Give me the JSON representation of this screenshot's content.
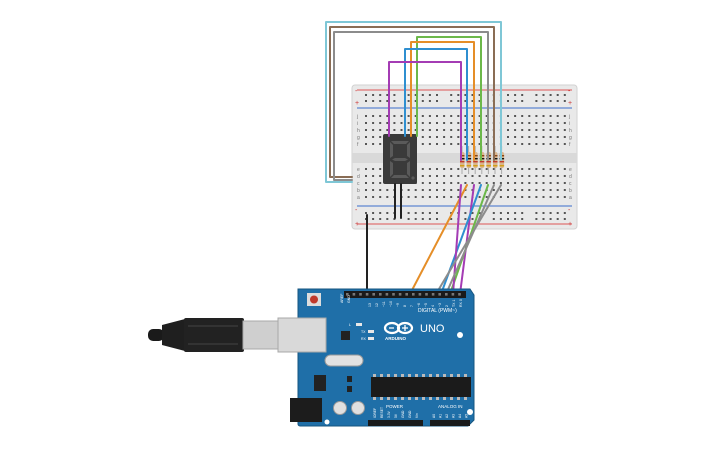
{
  "board": {
    "logo_text": "UNO",
    "brand_text": "ARDUINO",
    "digital_label": "DIGITAL (PWM~)",
    "power_label": "POWER",
    "analog_label": "ANALOG IN",
    "aref_label": "AREF",
    "gnd_label": "GND",
    "tx_label": "TX",
    "rx_label": "RX",
    "l_label": "L",
    "digital_pins": [
      "13",
      "12",
      "~11",
      "~10",
      "~9",
      "8",
      "7",
      "~6",
      "~5",
      "4",
      "~3",
      "2",
      "TX 1",
      "RX 0"
    ],
    "power_pins": [
      "IOREF",
      "RESET",
      "3.3V",
      "5V",
      "GND",
      "GND",
      "Vin"
    ],
    "analog_pins": [
      "A0",
      "A1",
      "A2",
      "A3",
      "A4",
      "A5"
    ]
  },
  "breadboard": {
    "row_letters_top": [
      "j",
      "i",
      "h",
      "g",
      "f"
    ],
    "row_letters_bottom": [
      "e",
      "d",
      "c",
      "b",
      "a"
    ],
    "plus_label": "+",
    "minus_label": "-"
  },
  "wire_colors": {
    "lightblue": "#7fc7d6",
    "brown": "#8a6d55",
    "blue": "#2f8fd0",
    "green": "#6cb84a",
    "orange": "#e58e28",
    "purple": "#a43cb4",
    "gray": "#8c8c8c",
    "black": "#222222"
  },
  "colors": {
    "board": "#1f6fa8",
    "breadboard": "#e9e9e9",
    "display": "#3a3a3a",
    "segment_off": "#5a5a5a"
  },
  "icons": [
    "usb-cable-icon",
    "seven-segment-display-icon",
    "resistor-icon",
    "arduino-logo-icon",
    "reset-button-icon",
    "power-jack-icon"
  ]
}
